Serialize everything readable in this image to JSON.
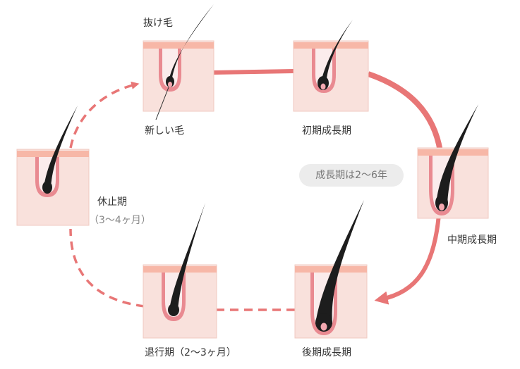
{
  "colors": {
    "skin": "#f9e1dc",
    "skin_edge": "#f0c9c0",
    "epidermis": "#f7b7a7",
    "follicle": "#e98a91",
    "bulb": "#f3a8b0",
    "hair": "#1d1d1d",
    "arrow": "#e87676"
  },
  "labels": {
    "shed_hair": "抜け毛",
    "new_hair": "新しい毛",
    "early_anagen": "初期成長期",
    "mid_anagen": "中期成長期",
    "late_anagen": "後期成長期",
    "catagen": "退行期",
    "catagen_duration": "（2〜3ヶ月）",
    "telogen": "休止期",
    "telogen_duration": "（3〜4ヶ月）"
  },
  "badge": {
    "growth_period": "成長期は2〜6年"
  }
}
